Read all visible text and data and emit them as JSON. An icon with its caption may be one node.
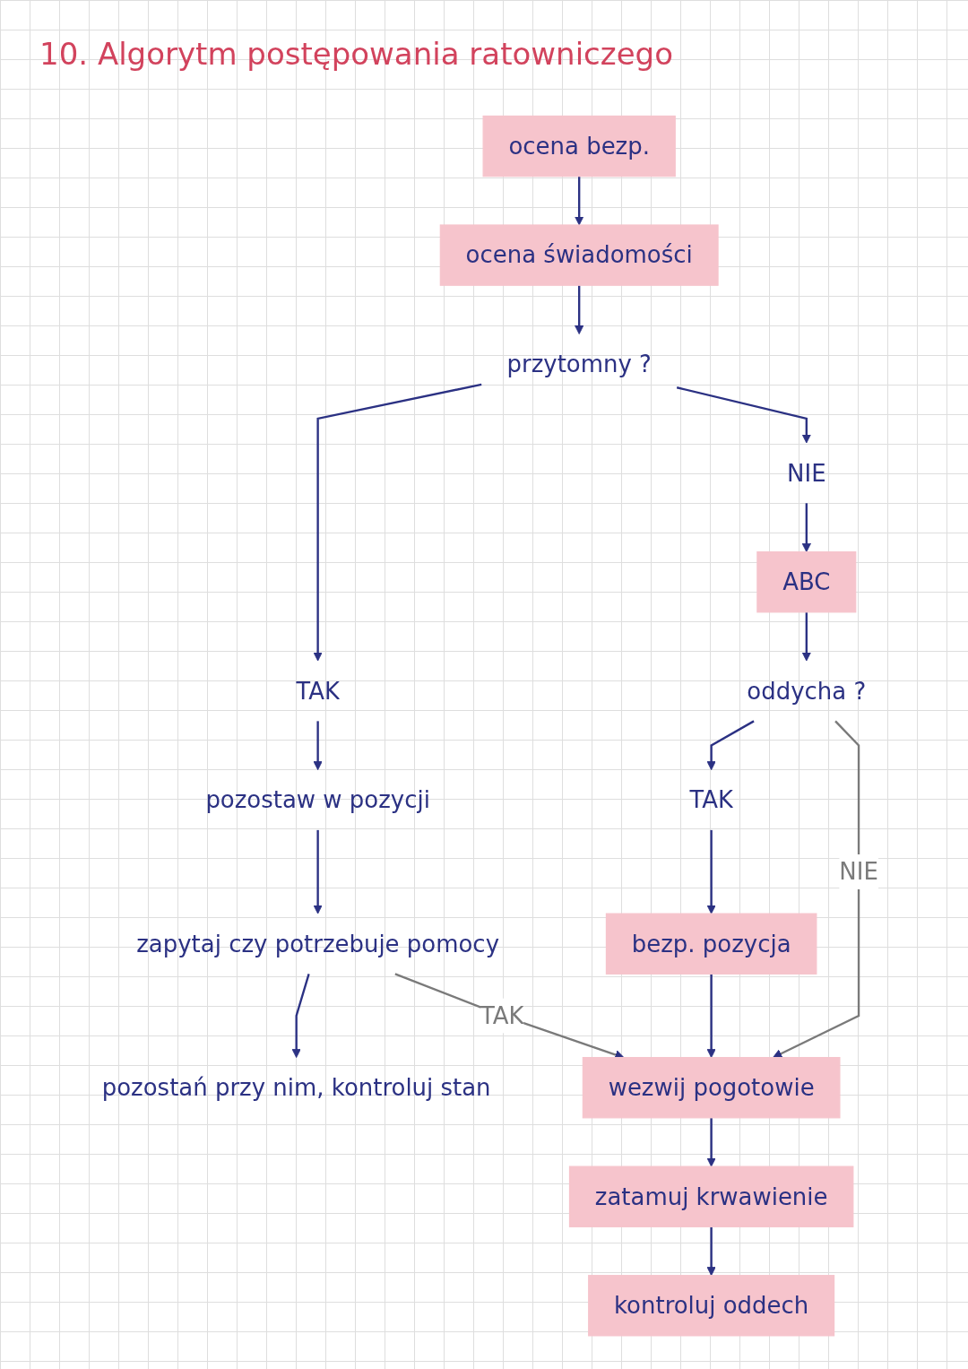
{
  "diagram": {
    "title": "10. Algorytm postępowania ratowniczego",
    "nodes": [
      {
        "text": [
          "ocena bezp."
        ]
      },
      {
        "text": [
          "ocena świadomości"
        ]
      },
      {
        "text": [
          "przytomny ?"
        ]
      },
      {
        "text": [
          "TAK"
        ]
      },
      {
        "text": [
          "NIE"
        ]
      },
      {
        "text": [
          "pozostaw w pozycji"
        ]
      },
      {
        "text": [
          "ABC"
        ]
      },
      {
        "text": [
          "zapytaj czy potrzebuje pomocy"
        ]
      },
      {
        "text": [
          "oddycha ?"
        ]
      },
      {
        "text": [
          "pozostań przy nim, kontroluj stan"
        ]
      },
      {
        "text": [
          "TAK"
        ]
      },
      {
        "text": [
          "bezp. pozycja"
        ]
      },
      {
        "text": [
          "wezwij pogotowie"
        ]
      },
      {
        "text": [
          "zatamuj krwawienie"
        ]
      },
      {
        "text": [
          "kontroluj oddech"
        ]
      }
    ],
    "edges": [
      {
        "from": 0,
        "to": 1,
        "arrow": "to"
      },
      {
        "from": 1,
        "to": 2,
        "arrow": "to"
      },
      {
        "from": 2,
        "to": 3,
        "arrow": "to"
      },
      {
        "from": 2,
        "to": 4,
        "arrow": "to"
      },
      {
        "from": 3,
        "to": 5,
        "arrow": "to"
      },
      {
        "from": 4,
        "to": 6,
        "arrow": "to"
      },
      {
        "from": 5,
        "to": 7,
        "arrow": "to"
      },
      {
        "from": 6,
        "to": 8,
        "arrow": "to"
      },
      {
        "from": 7,
        "to": 9,
        "arrow": "to"
      },
      {
        "from": 8,
        "to": 10,
        "arrow": "to"
      },
      {
        "from": 10,
        "to": 11,
        "arrow": "to"
      },
      {
        "from": 11,
        "to": 12,
        "arrow": "to"
      },
      {
        "from": 12,
        "to": 13,
        "arrow": "to"
      },
      {
        "from": 13,
        "to": 14,
        "arrow": "to"
      },
      {
        "from": 7,
        "to": 12,
        "arrow": "to",
        "label": "TAK",
        "color": "#7a7a7a"
      },
      {
        "from": 8,
        "to": 12,
        "arrow": "to",
        "label": "NIE",
        "color": "#7a7a7a"
      }
    ]
  }
}
